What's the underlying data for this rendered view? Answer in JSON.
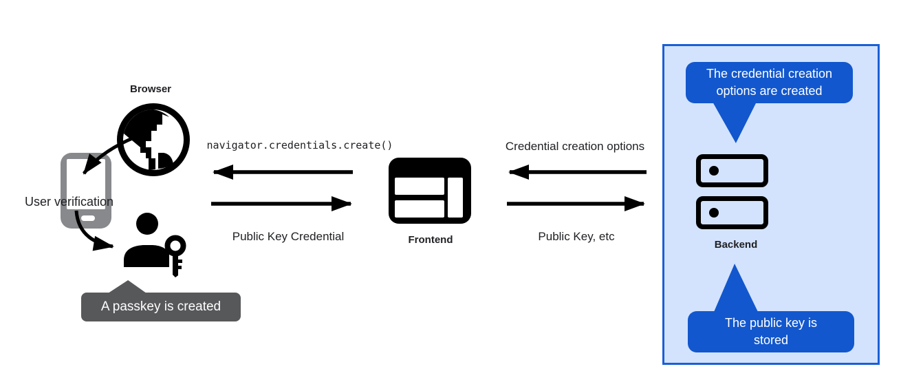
{
  "browser": {
    "label": "Browser",
    "user_verification": "User verification",
    "passkey_tooltip": "A passkey is created"
  },
  "frontend": {
    "label": "Frontend",
    "api_call": "navigator.credentials.create()",
    "credential_result": "Public Key Credential"
  },
  "backend": {
    "label": "Backend",
    "request": "Credential creation options",
    "response": "Public Key, etc",
    "bubble_top_lines": [
      "The credential creation",
      "options are created"
    ],
    "bubble_bottom_lines": [
      "The public key is",
      "stored"
    ]
  },
  "icons": {
    "browser": "globe-icon",
    "device": "phone-icon",
    "user": "person-key-icon",
    "frontend": "browser-window-icon",
    "backend": "server-stack-icon"
  },
  "colors": {
    "bubble_blue": "#1257cd",
    "panel_border": "#1a5fd7",
    "panel_bg": "#d3e3fd",
    "tooltip_gray": "#57585a",
    "phone_gray": "#87898c",
    "ink": "#000000",
    "text": "#202124"
  }
}
